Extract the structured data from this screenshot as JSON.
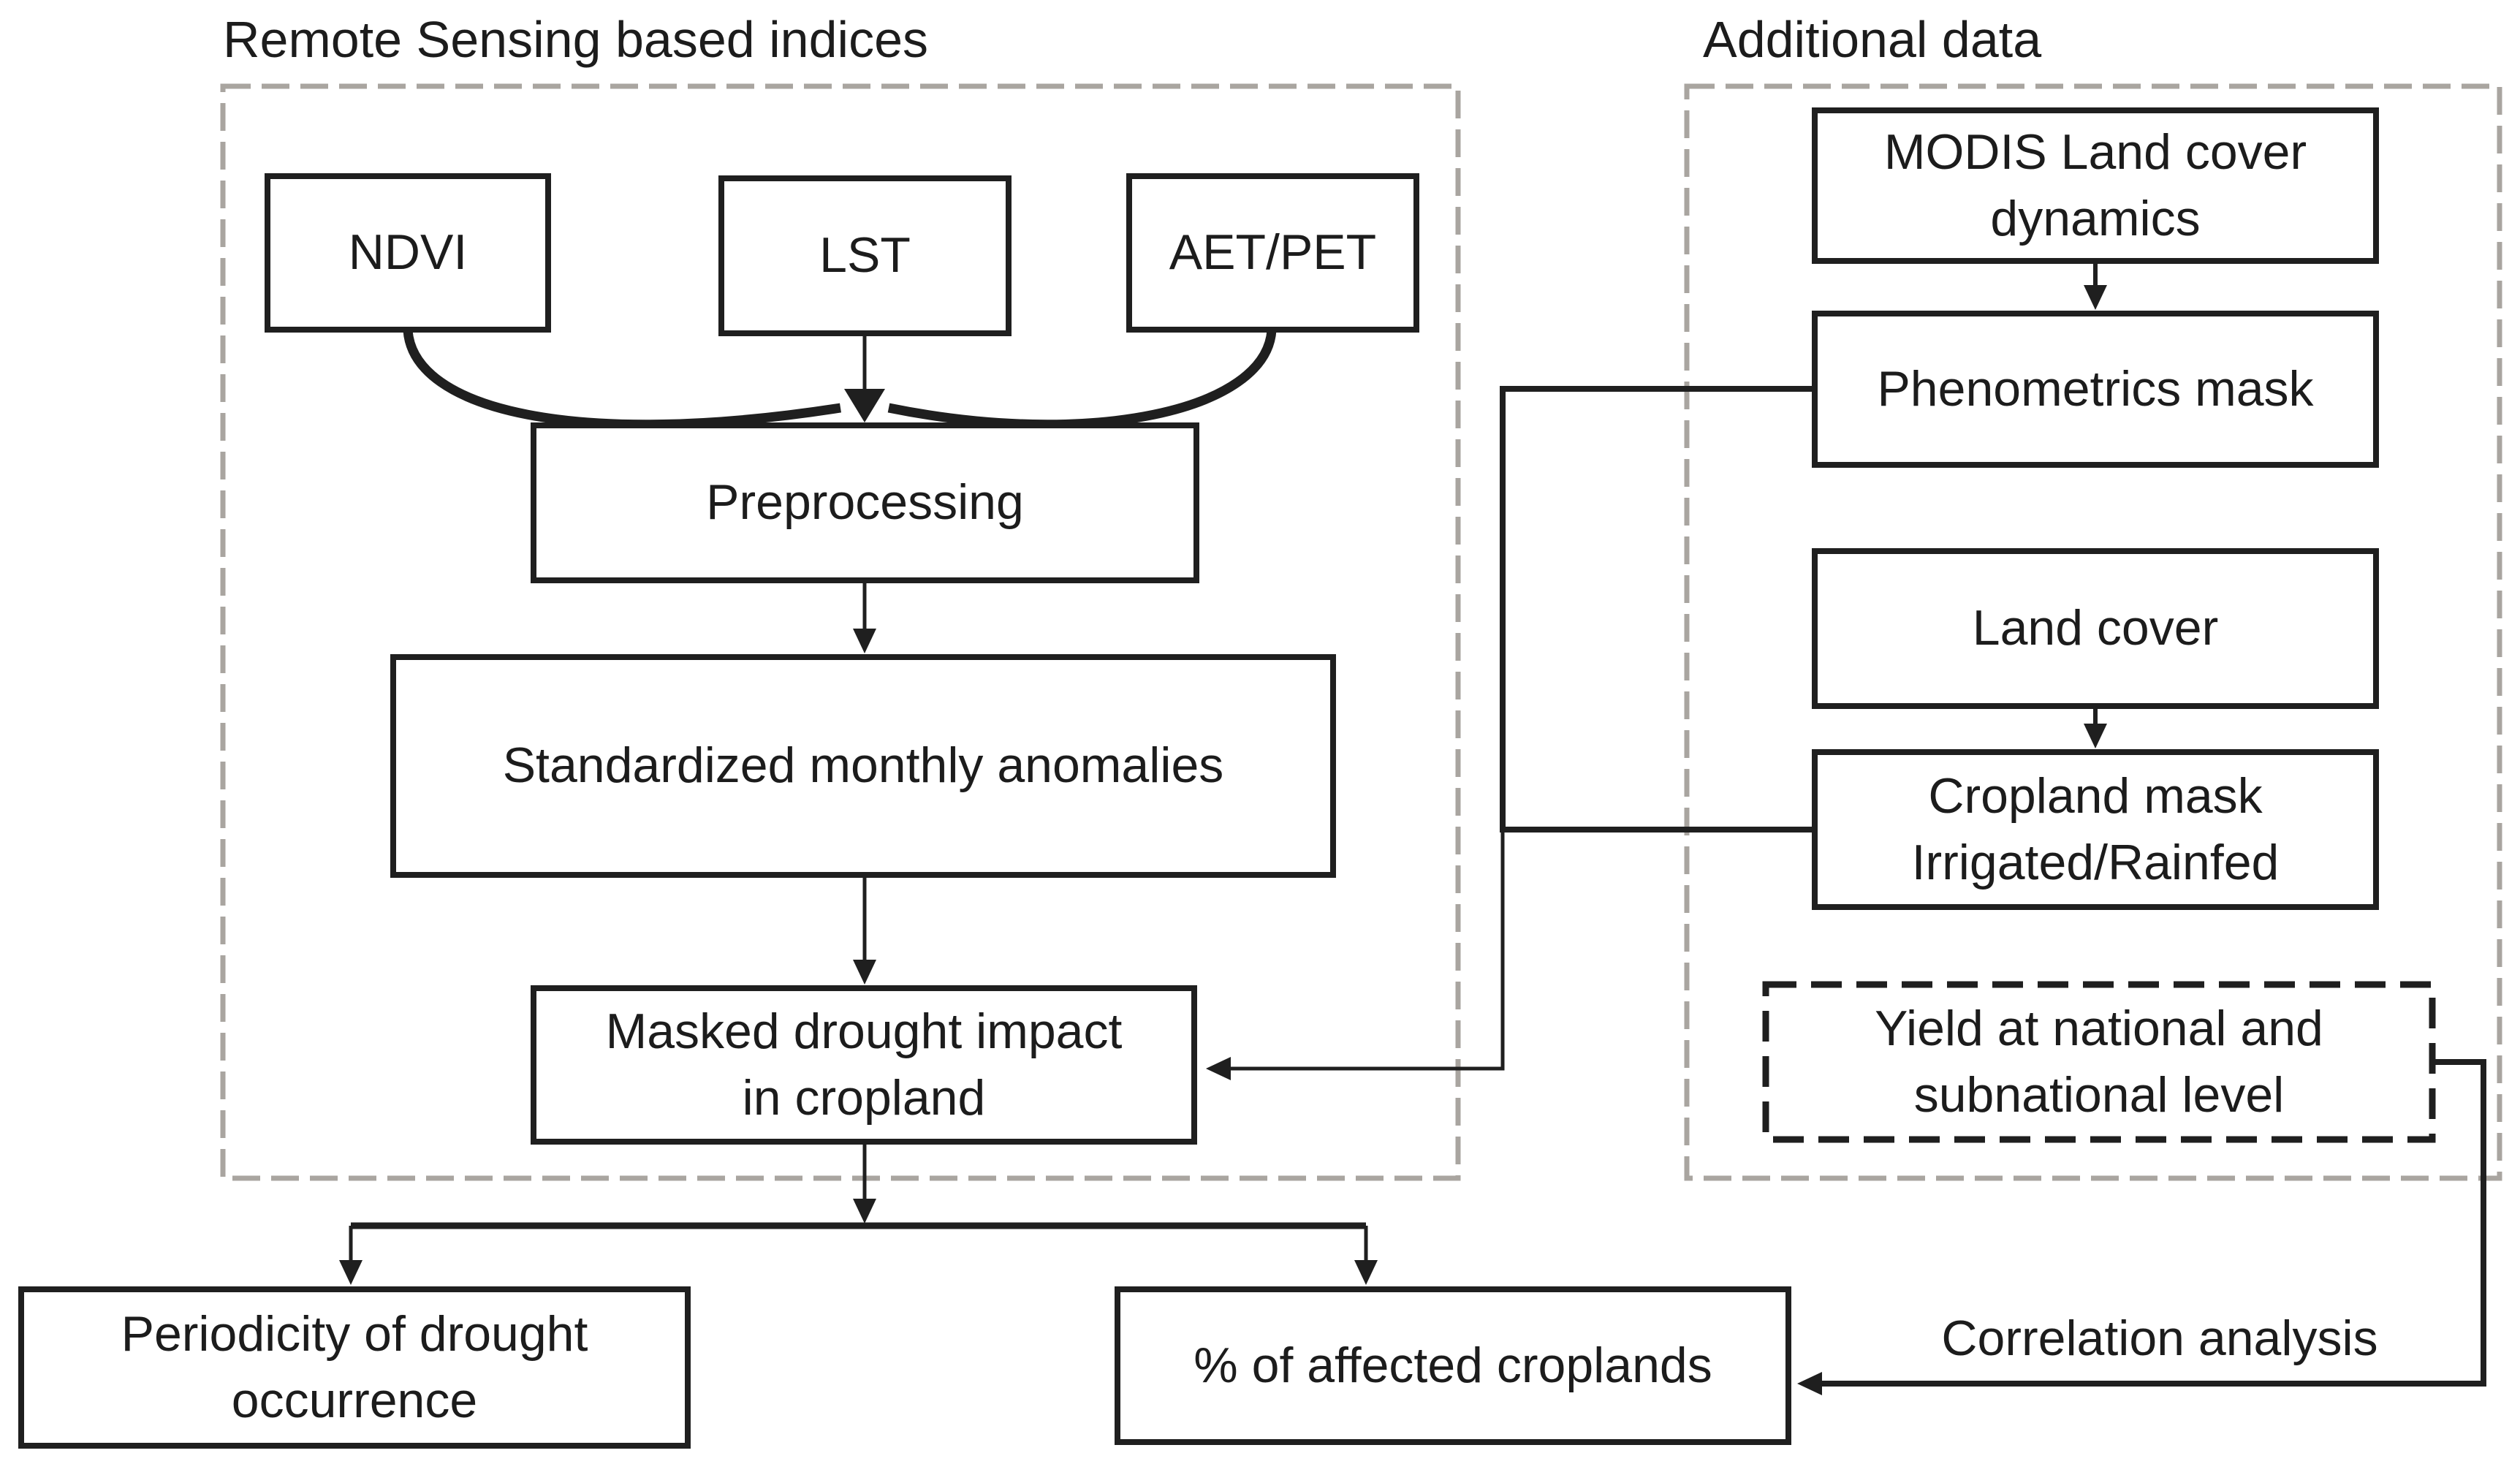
{
  "titles": {
    "left": "Remote Sensing based indices",
    "right": "Additional data"
  },
  "boxes": {
    "ndvi": {
      "lines": [
        "NDVI"
      ]
    },
    "lst": {
      "lines": [
        "LST"
      ]
    },
    "aet_pet": {
      "lines": [
        "AET/PET"
      ]
    },
    "preprocessing": {
      "lines": [
        "Preprocessing"
      ]
    },
    "anomalies": {
      "lines": [
        "Standardized monthly anomalies"
      ]
    },
    "masked": {
      "lines": [
        "Masked drought impact",
        "in cropland"
      ]
    },
    "modis": {
      "lines": [
        "MODIS Land cover",
        "dynamics"
      ]
    },
    "phenometrics": {
      "lines": [
        "Phenometrics mask"
      ]
    },
    "landcover": {
      "lines": [
        "Land cover"
      ]
    },
    "cropmask": {
      "lines": [
        "Cropland mask",
        "Irrigated/Rainfed"
      ]
    },
    "yield": {
      "lines": [
        "Yield at national and",
        "subnational level"
      ]
    },
    "periodicity": {
      "lines": [
        "Periodicity of drought",
        "occurrence"
      ]
    },
    "affected": {
      "lines": [
        "% of affected croplands"
      ]
    }
  },
  "labels": {
    "correlation": "Correlation analysis"
  },
  "colors": {
    "line": "#1f1f1f",
    "container_dash": "#a9a5a0",
    "background": "#ffffff"
  }
}
